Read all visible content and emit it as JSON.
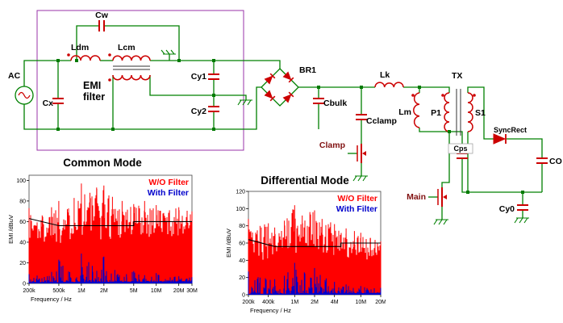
{
  "schematic": {
    "labels": {
      "ac": "AC",
      "cx": "Cx",
      "cw": "Cw",
      "ldm": "Ldm",
      "lcm": "Lcm",
      "emi1": "EMI",
      "emi2": "filter",
      "cy1": "Cy1",
      "cy2": "Cy2",
      "br1": "BR1",
      "cbulk": "Cbulk",
      "cclamp": "Cclamp",
      "clamp": "Clamp",
      "lk": "Lk",
      "lm": "Lm",
      "tx": "TX",
      "p1": "P1",
      "s1": "S1",
      "cps": "Cps",
      "main": "Main",
      "syncrect": "SyncRect",
      "co": "CO",
      "cy0": "Cy0"
    },
    "colors": {
      "wire": "#008000",
      "component": "#CC0000",
      "box": "#9933AA",
      "accent_label": "#801010"
    }
  },
  "chart_data": [
    {
      "type": "line",
      "variant": "noise-spectrum",
      "title": "Common Mode",
      "xlabel": "Frequency / Hz",
      "ylabel": "EMI /dBuV",
      "x_scale": "log",
      "grid": false,
      "legend_position": "top-right",
      "xlim": [
        200000,
        30000000
      ],
      "ylim": [
        0,
        105
      ],
      "y_ticks": [
        0,
        20,
        40,
        60,
        80,
        100
      ],
      "x_ticks": [
        {
          "v": 200000,
          "label": "200k"
        },
        {
          "v": 500000,
          "label": "500k"
        },
        {
          "v": 1000000,
          "label": "1M"
        },
        {
          "v": 2000000,
          "label": "2M"
        },
        {
          "v": 5000000,
          "label": "5M"
        },
        {
          "v": 10000000,
          "label": "10M"
        },
        {
          "v": 20000000,
          "label": "20M"
        },
        {
          "v": 30000000,
          "label": "30M"
        }
      ],
      "series": [
        {
          "name": "W/O Filter",
          "color": "#FF0000",
          "spikiness": 0.8,
          "envelope": [
            [
              200000,
              73
            ],
            [
              300000,
              66
            ],
            [
              400000,
              74
            ],
            [
              500000,
              80
            ],
            [
              650000,
              72
            ],
            [
              800000,
              83
            ],
            [
              1000000,
              97
            ],
            [
              1300000,
              88
            ],
            [
              1600000,
              93
            ],
            [
              2000000,
              95
            ],
            [
              2600000,
              84
            ],
            [
              3500000,
              80
            ],
            [
              5000000,
              77
            ],
            [
              7000000,
              80
            ],
            [
              10000000,
              76
            ],
            [
              15000000,
              71
            ],
            [
              20000000,
              74
            ],
            [
              30000000,
              70
            ]
          ],
          "floor": [
            [
              200000,
              34
            ],
            [
              500000,
              38
            ],
            [
              1000000,
              42
            ],
            [
              3000000,
              40
            ],
            [
              10000000,
              44
            ],
            [
              30000000,
              46
            ]
          ]
        },
        {
          "name": "With Filter",
          "color": "#0000CC",
          "spikiness": 3,
          "envelope": [
            [
              200000,
              9
            ],
            [
              350000,
              7
            ],
            [
              500000,
              23
            ],
            [
              700000,
              11
            ],
            [
              1000000,
              29
            ],
            [
              1400000,
              17
            ],
            [
              2000000,
              26
            ],
            [
              2800000,
              13
            ],
            [
              4000000,
              9
            ],
            [
              5000000,
              12
            ],
            [
              7000000,
              8
            ],
            [
              10000000,
              10
            ],
            [
              20000000,
              7
            ],
            [
              30000000,
              6
            ]
          ],
          "floor": [
            [
              200000,
              1
            ],
            [
              30000000,
              2
            ]
          ]
        }
      ],
      "limit_line": {
        "color": "#000000",
        "points": [
          [
            200000,
            63
          ],
          [
            500000,
            56
          ],
          [
            5000000,
            56
          ],
          [
            5000000,
            60
          ],
          [
            30000000,
            60
          ]
        ]
      }
    },
    {
      "type": "line",
      "variant": "noise-spectrum",
      "title": "Differential Mode",
      "xlabel": "Frequency / Hz",
      "ylabel": "EMI /dBuV",
      "x_scale": "log",
      "grid": false,
      "legend_position": "top-right",
      "xlim": [
        200000,
        20000000
      ],
      "ylim": [
        0,
        120
      ],
      "y_ticks": [
        0,
        20,
        40,
        60,
        80,
        100,
        120
      ],
      "x_ticks": [
        {
          "v": 200000,
          "label": "200k"
        },
        {
          "v": 400000,
          "label": "400k"
        },
        {
          "v": 1000000,
          "label": "1M"
        },
        {
          "v": 2000000,
          "label": "2M"
        },
        {
          "v": 4000000,
          "label": "4M"
        },
        {
          "v": 10000000,
          "label": "10M"
        },
        {
          "v": 20000000,
          "label": "20M"
        }
      ],
      "series": [
        {
          "name": "W/O Filter",
          "color": "#FF0000",
          "spikiness": 0.8,
          "envelope": [
            [
              200000,
              88
            ],
            [
              300000,
              80
            ],
            [
              400000,
              83
            ],
            [
              500000,
              78
            ],
            [
              700000,
              86
            ],
            [
              1000000,
              104
            ],
            [
              1300000,
              92
            ],
            [
              1700000,
              96
            ],
            [
              2000000,
              98
            ],
            [
              2600000,
              88
            ],
            [
              3500000,
              84
            ],
            [
              4000000,
              82
            ],
            [
              6000000,
              77
            ],
            [
              8000000,
              74
            ],
            [
              10000000,
              72
            ],
            [
              14000000,
              66
            ],
            [
              20000000,
              62
            ]
          ],
          "floor": [
            [
              200000,
              38
            ],
            [
              500000,
              42
            ],
            [
              1000000,
              48
            ],
            [
              3000000,
              46
            ],
            [
              10000000,
              40
            ],
            [
              20000000,
              36
            ]
          ]
        },
        {
          "name": "With Filter",
          "color": "#0000CC",
          "spikiness": 3,
          "envelope": [
            [
              200000,
              27
            ],
            [
              300000,
              20
            ],
            [
              500000,
              18
            ],
            [
              700000,
              22
            ],
            [
              1000000,
              37
            ],
            [
              1400000,
              26
            ],
            [
              2000000,
              31
            ],
            [
              3000000,
              19
            ],
            [
              4000000,
              15
            ],
            [
              6000000,
              12
            ],
            [
              10000000,
              10
            ],
            [
              20000000,
              8
            ]
          ],
          "floor": [
            [
              200000,
              1
            ],
            [
              20000000,
              2
            ]
          ]
        }
      ],
      "limit_line": {
        "color": "#000000",
        "points": [
          [
            200000,
            64
          ],
          [
            500000,
            56
          ],
          [
            5000000,
            56
          ],
          [
            5000000,
            60
          ],
          [
            20000000,
            60
          ]
        ]
      }
    }
  ]
}
